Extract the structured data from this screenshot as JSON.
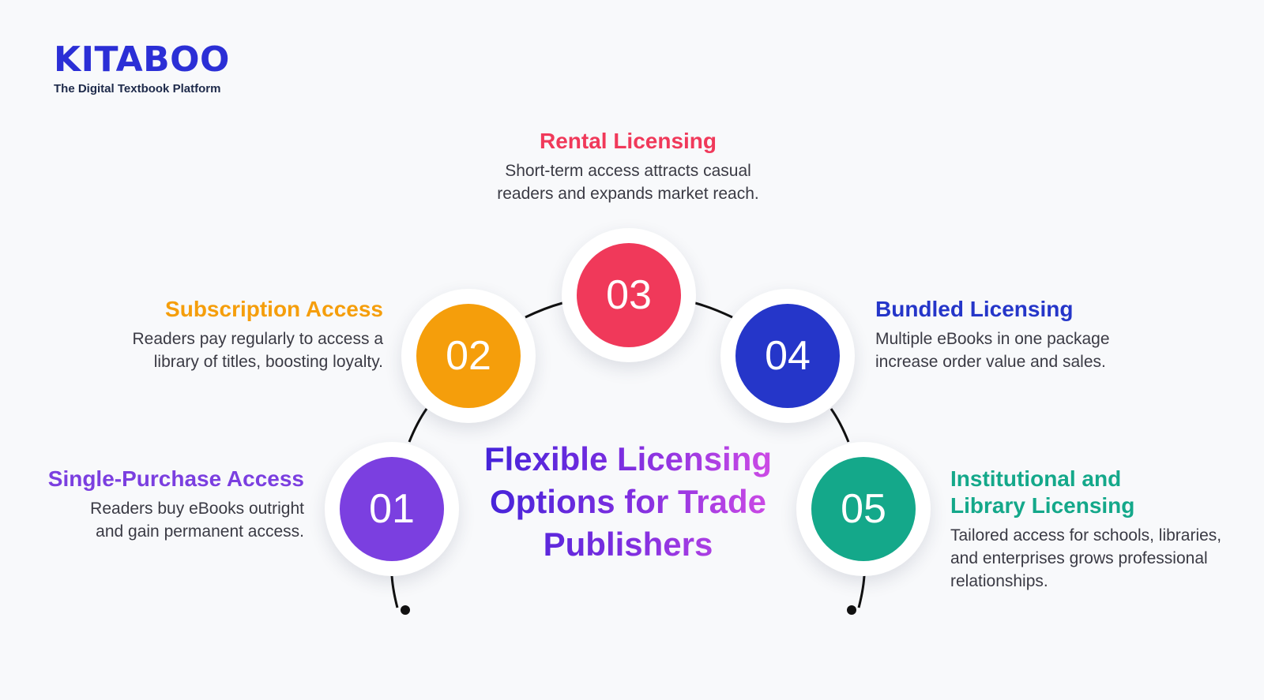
{
  "brand": {
    "name": "KITABOO",
    "tagline": "The Digital Textbook Platform",
    "color": "#2b2fd6"
  },
  "center": {
    "title": "Flexible Licensing Options for Trade Publishers"
  },
  "options": [
    {
      "number": "01",
      "title": "Single-Purchase Access",
      "description": "Readers buy eBooks outright and gain permanent access.",
      "color": "#7b3fe0"
    },
    {
      "number": "02",
      "title": "Subscription Access",
      "description": "Readers pay regularly to access a library of titles, boosting loyalty.",
      "color": "#f59e0b"
    },
    {
      "number": "03",
      "title": "Rental Licensing",
      "description": "Short-term access attracts casual readers and expands market reach.",
      "color": "#f0395a"
    },
    {
      "number": "04",
      "title": "Bundled Licensing",
      "description": "Multiple eBooks in one package increase order value and sales.",
      "color": "#2536c9"
    },
    {
      "number": "05",
      "title": "Institutional and Library Licensing",
      "description": "Tailored access for schools, libraries, and enterprises grows professional relationships.",
      "color": "#14a88a"
    }
  ]
}
